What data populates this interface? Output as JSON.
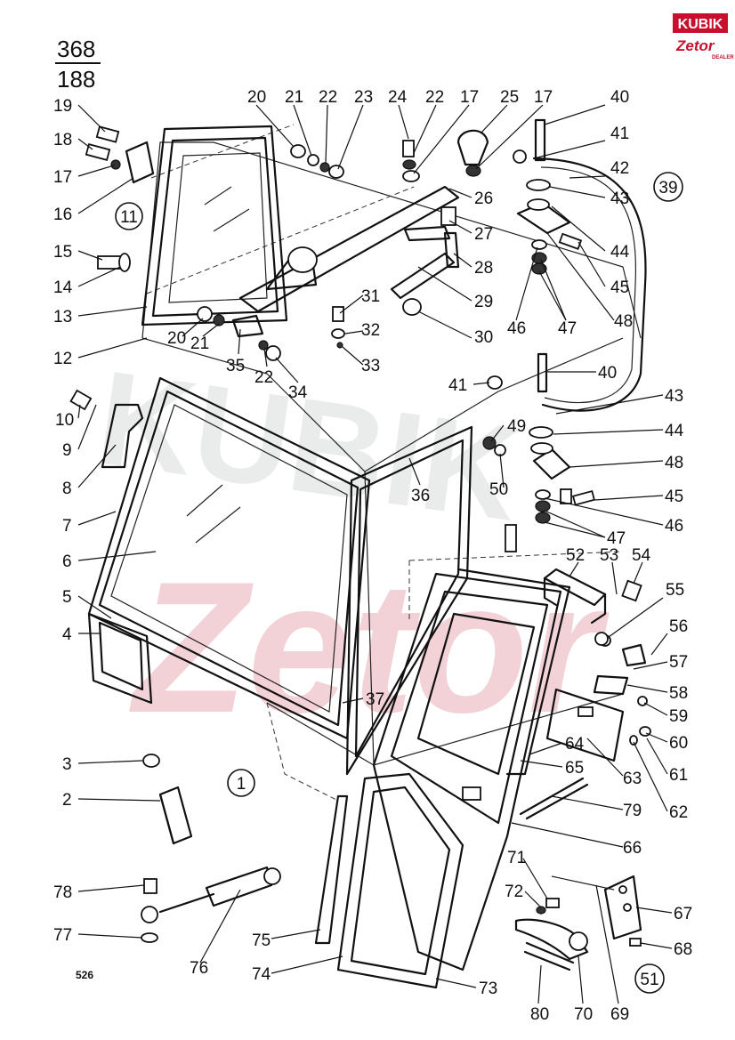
{
  "header": {
    "page_top": "368",
    "page_bottom": "188"
  },
  "logo": {
    "brand_top": "KUBIK",
    "brand_bottom": "Zetor",
    "brand_small": "DEALER",
    "color_red": "#c8102e"
  },
  "watermark": {
    "text_top": "KUBIK",
    "text_bottom": "Zetor",
    "color_red": "#f2d2d6",
    "color_gray": "#e9eceb"
  },
  "footer": {
    "page_code": "526"
  },
  "assemblies": [
    {
      "id": "asm-11",
      "label": "11"
    },
    {
      "id": "asm-39",
      "label": "39"
    },
    {
      "id": "asm-1",
      "label": "1"
    },
    {
      "id": "asm-51",
      "label": "51"
    }
  ],
  "callouts": [
    {
      "id": "c-19",
      "label": "19"
    },
    {
      "id": "c-18",
      "label": "18"
    },
    {
      "id": "c-17a",
      "label": "17"
    },
    {
      "id": "c-16",
      "label": "16"
    },
    {
      "id": "c-15",
      "label": "15"
    },
    {
      "id": "c-14",
      "label": "14"
    },
    {
      "id": "c-13",
      "label": "13"
    },
    {
      "id": "c-12",
      "label": "12"
    },
    {
      "id": "c-10",
      "label": "10"
    },
    {
      "id": "c-9",
      "label": "9"
    },
    {
      "id": "c-8",
      "label": "8"
    },
    {
      "id": "c-7",
      "label": "7"
    },
    {
      "id": "c-6",
      "label": "6"
    },
    {
      "id": "c-5",
      "label": "5"
    },
    {
      "id": "c-4",
      "label": "4"
    },
    {
      "id": "c-3",
      "label": "3"
    },
    {
      "id": "c-2",
      "label": "2"
    },
    {
      "id": "c-78",
      "label": "78"
    },
    {
      "id": "c-77",
      "label": "77"
    },
    {
      "id": "c-20a",
      "label": "20"
    },
    {
      "id": "c-21a",
      "label": "21"
    },
    {
      "id": "c-22a",
      "label": "22"
    },
    {
      "id": "c-23",
      "label": "23"
    },
    {
      "id": "c-24",
      "label": "24"
    },
    {
      "id": "c-22b",
      "label": "22"
    },
    {
      "id": "c-17b",
      "label": "17"
    },
    {
      "id": "c-25",
      "label": "25"
    },
    {
      "id": "c-17c",
      "label": "17"
    },
    {
      "id": "c-40a",
      "label": "40"
    },
    {
      "id": "c-41a",
      "label": "41"
    },
    {
      "id": "c-42",
      "label": "42"
    },
    {
      "id": "c-26",
      "label": "26"
    },
    {
      "id": "c-43a",
      "label": "43"
    },
    {
      "id": "c-27",
      "label": "27"
    },
    {
      "id": "c-44a",
      "label": "44"
    },
    {
      "id": "c-28",
      "label": "28"
    },
    {
      "id": "c-45a",
      "label": "45"
    },
    {
      "id": "c-29",
      "label": "29"
    },
    {
      "id": "c-48a",
      "label": "48"
    },
    {
      "id": "c-46a",
      "label": "46"
    },
    {
      "id": "c-47a",
      "label": "47"
    },
    {
      "id": "c-31",
      "label": "31"
    },
    {
      "id": "c-32",
      "label": "32"
    },
    {
      "id": "c-30",
      "label": "30"
    },
    {
      "id": "c-20b",
      "label": "20"
    },
    {
      "id": "c-21b",
      "label": "21"
    },
    {
      "id": "c-35",
      "label": "35"
    },
    {
      "id": "c-22c",
      "label": "22"
    },
    {
      "id": "c-33",
      "label": "33"
    },
    {
      "id": "c-34",
      "label": "34"
    },
    {
      "id": "c-41b",
      "label": "41"
    },
    {
      "id": "c-40b",
      "label": "40"
    },
    {
      "id": "c-43b",
      "label": "43"
    },
    {
      "id": "c-49",
      "label": "49"
    },
    {
      "id": "c-44b",
      "label": "44"
    },
    {
      "id": "c-48b",
      "label": "48"
    },
    {
      "id": "c-50",
      "label": "50"
    },
    {
      "id": "c-36",
      "label": "36"
    },
    {
      "id": "c-45b",
      "label": "45"
    },
    {
      "id": "c-46b",
      "label": "46"
    },
    {
      "id": "c-47b",
      "label": "47"
    },
    {
      "id": "c-52",
      "label": "52"
    },
    {
      "id": "c-53",
      "label": "53"
    },
    {
      "id": "c-54",
      "label": "54"
    },
    {
      "id": "c-55",
      "label": "55"
    },
    {
      "id": "c-56",
      "label": "56"
    },
    {
      "id": "c-57",
      "label": "57"
    },
    {
      "id": "c-58",
      "label": "58"
    },
    {
      "id": "c-59",
      "label": "59"
    },
    {
      "id": "c-60",
      "label": "60"
    },
    {
      "id": "c-61",
      "label": "61"
    },
    {
      "id": "c-62",
      "label": "62"
    },
    {
      "id": "c-37",
      "label": "37"
    },
    {
      "id": "c-64",
      "label": "64"
    },
    {
      "id": "c-65",
      "label": "65"
    },
    {
      "id": "c-63",
      "label": "63"
    },
    {
      "id": "c-79",
      "label": "79"
    },
    {
      "id": "c-66",
      "label": "66"
    },
    {
      "id": "c-71",
      "label": "71"
    },
    {
      "id": "c-72",
      "label": "72"
    },
    {
      "id": "c-67",
      "label": "67"
    },
    {
      "id": "c-68",
      "label": "68"
    },
    {
      "id": "c-76",
      "label": "76"
    },
    {
      "id": "c-75",
      "label": "75"
    },
    {
      "id": "c-74",
      "label": "74"
    },
    {
      "id": "c-73",
      "label": "73"
    },
    {
      "id": "c-80",
      "label": "80"
    },
    {
      "id": "c-70",
      "label": "70"
    },
    {
      "id": "c-69",
      "label": "69"
    }
  ]
}
